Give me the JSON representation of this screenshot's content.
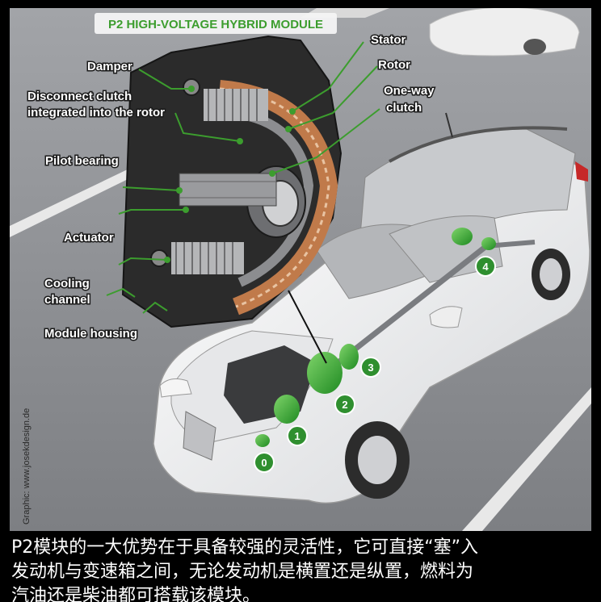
{
  "diagram": {
    "title": "P2 HIGH-VOLTAGE HYBRID MODULE",
    "labels": {
      "damper": "Damper",
      "disconnect_clutch_1": "Disconnect clutch",
      "disconnect_clutch_2": "integrated into the rotor",
      "pilot_bearing": "Pilot bearing",
      "actuator": "Actuator",
      "cooling_1": "Cooling",
      "cooling_2": "channel",
      "module_housing": "Module housing",
      "stator": "Stator",
      "rotor": "Rotor",
      "one_way_1": "One-way",
      "one_way_2": "clutch"
    },
    "markers": [
      "0",
      "1",
      "2",
      "3",
      "4"
    ],
    "credit": "Graphic: www.josekdesign.de",
    "colors": {
      "accent_green": "#3c9d2e",
      "marker_green": "#2f8f2f",
      "road": "#8e9094",
      "module_dark": "#2b2b2b",
      "copper": "#c07a4a"
    }
  },
  "caption": {
    "line1": "P2模块的一大优势在于具备较强的灵活性，它可直接“塞”入",
    "line2": "发动机与变速箱之间，无论发动机是横置还是纵置，燃料为",
    "line3": "汽油还是柴油都可搭载该模块。"
  }
}
